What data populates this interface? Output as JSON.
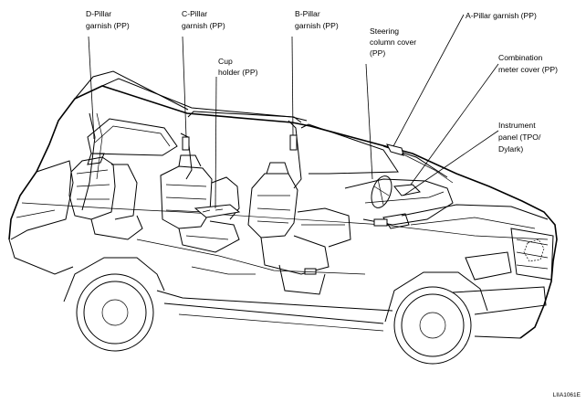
{
  "labels": {
    "d_pillar": [
      "D-Pillar",
      "garnish (PP)"
    ],
    "c_pillar": [
      "C-Pillar",
      "garnish (PP)"
    ],
    "b_pillar": [
      "B-Pillar",
      "garnish (PP)"
    ],
    "cup_holder": [
      "Cup",
      "holder (PP)"
    ],
    "steering_column": [
      "Steering",
      "column cover",
      "(PP)"
    ],
    "a_pillar": [
      "A-Pillar garnish (PP)"
    ],
    "combination_meter": [
      "Combination",
      "meter cover (PP)"
    ],
    "instrument_panel": [
      "Instrument",
      "panel (TPO/",
      "Dylark)"
    ]
  },
  "figure_code": "LIIA1061E"
}
